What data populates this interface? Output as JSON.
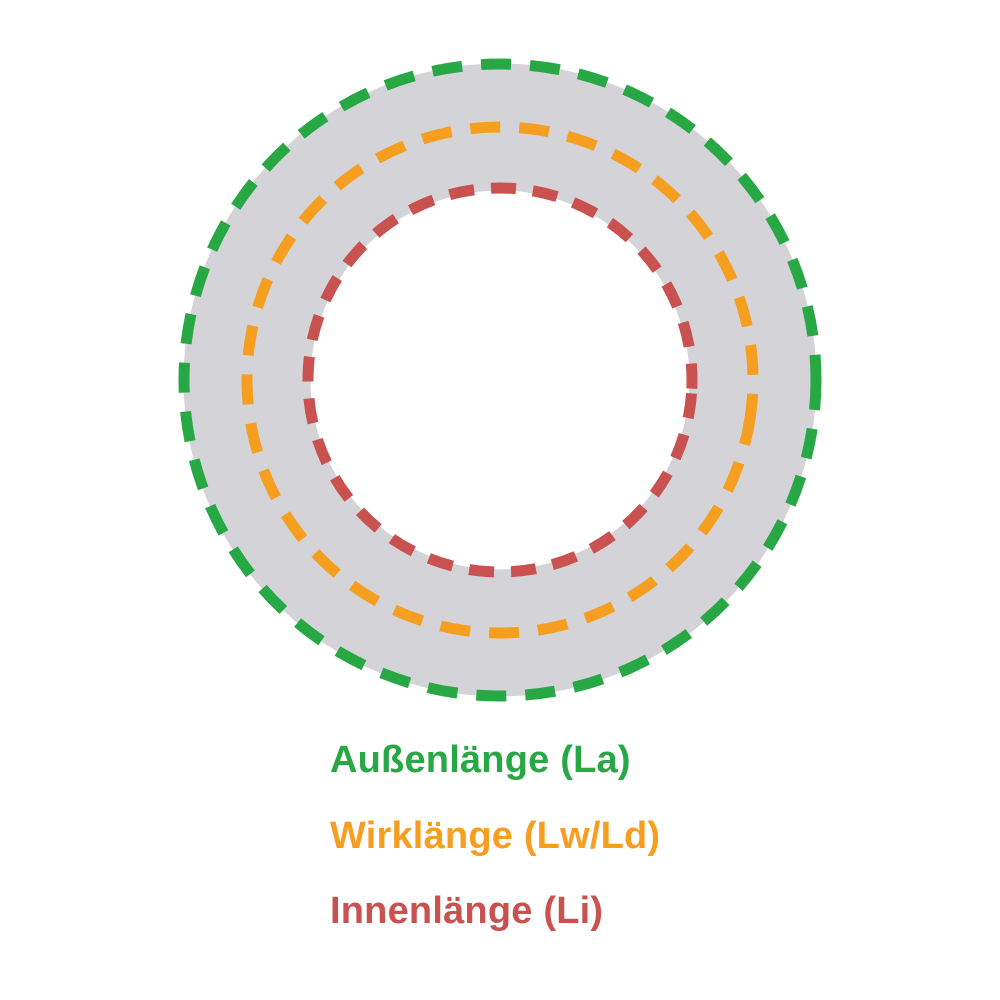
{
  "diagram": {
    "ring_color": "#d4d4d8",
    "legend": [
      {
        "label": "Außenlänge (La)",
        "color": "#28a745"
      },
      {
        "label": "Wirklänge (Lw/Ld)",
        "color": "#f59e20"
      },
      {
        "label": "Innenlänge (Li)",
        "color": "#c9514f"
      }
    ]
  }
}
